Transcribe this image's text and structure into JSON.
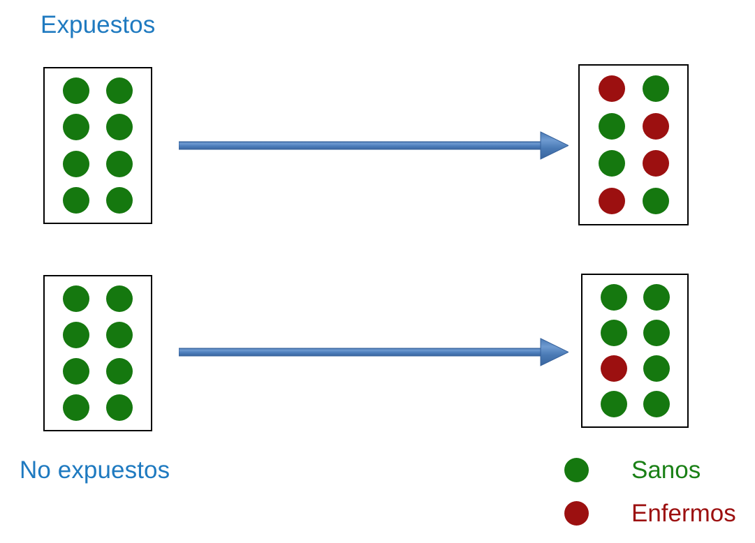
{
  "diagram": {
    "title_exposed": "Expuestos",
    "title_unexposed": "No expuestos",
    "colors": {
      "healthy": "#15780f",
      "sick": "#9c1010",
      "label_blue": "#1f7ac0",
      "arrow_blue": "#4a7ebb",
      "box_border": "#000000",
      "background": "#ffffff"
    },
    "groups": [
      {
        "name": "exposed",
        "label": "Expuestos",
        "before": {
          "rows": [
            [
              "sano",
              "sano"
            ],
            [
              "sano",
              "sano"
            ],
            [
              "sano",
              "sano"
            ],
            [
              "sano",
              "sano"
            ]
          ],
          "healthy_count": 8,
          "sick_count": 0,
          "total": 8
        },
        "after": {
          "rows": [
            [
              "enfermo",
              "sano"
            ],
            [
              "sano",
              "enfermo"
            ],
            [
              "sano",
              "enfermo"
            ],
            [
              "enfermo",
              "sano"
            ]
          ],
          "healthy_count": 4,
          "sick_count": 4,
          "total": 8
        }
      },
      {
        "name": "unexposed",
        "label": "No expuestos",
        "before": {
          "rows": [
            [
              "sano",
              "sano"
            ],
            [
              "sano",
              "sano"
            ],
            [
              "sano",
              "sano"
            ],
            [
              "sano",
              "sano"
            ]
          ],
          "healthy_count": 8,
          "sick_count": 0,
          "total": 8
        },
        "after": {
          "rows": [
            [
              "sano",
              "sano"
            ],
            [
              "sano",
              "sano"
            ],
            [
              "enfermo",
              "sano"
            ],
            [
              "sano",
              "sano"
            ]
          ],
          "healthy_count": 7,
          "sick_count": 1,
          "total": 8
        }
      }
    ],
    "arrows": [
      {
        "name": "arrow-exposed",
        "direction": "right"
      },
      {
        "name": "arrow-unexposed",
        "direction": "right"
      }
    ],
    "legend": {
      "items": [
        {
          "key": "sano",
          "label": "Sanos",
          "color": "#15780f"
        },
        {
          "key": "enfermo",
          "label": "Enfermos",
          "color": "#9c1010"
        }
      ]
    }
  }
}
